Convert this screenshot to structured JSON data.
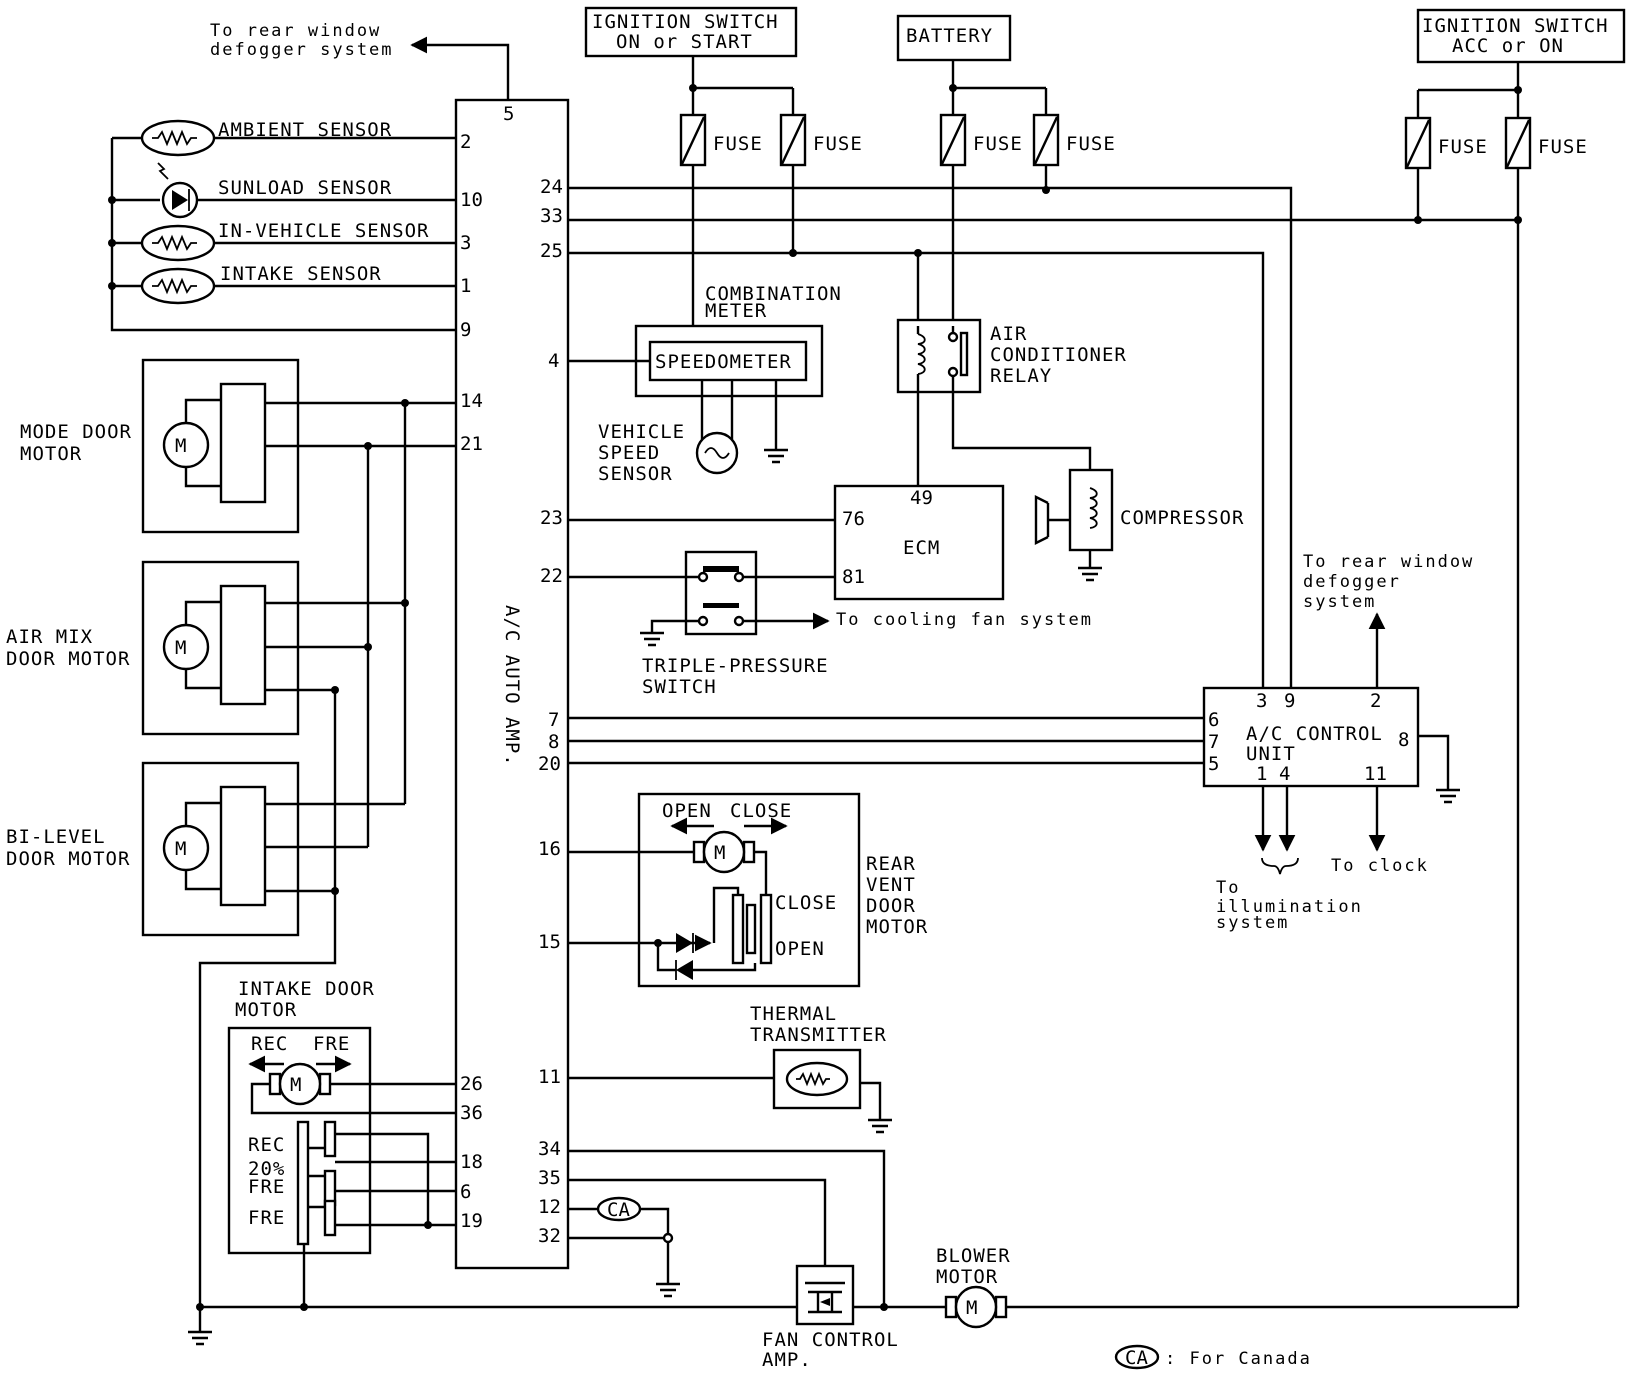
{
  "top": {
    "rear_defogger_1": "To rear window",
    "rear_defogger_2": "defogger system",
    "ign_on_1": "IGNITION SWITCH",
    "ign_on_2": "ON or START",
    "battery": "BATTERY",
    "ign_acc_1": "IGNITION SWITCH",
    "ign_acc_2": "ACC or ON",
    "fuse": "FUSE"
  },
  "sensors": {
    "ambient": "AMBIENT SENSOR",
    "sunload": "SUNLOAD SENSOR",
    "in_vehicle": "IN-VEHICLE SENSOR",
    "intake": "INTAKE SENSOR"
  },
  "motors": {
    "mode_1": "MODE DOOR",
    "mode_2": "MOTOR",
    "airmix_1": "AIR MIX",
    "airmix_2": "DOOR MOTOR",
    "bilevel_1": "BI-LEVEL",
    "bilevel_2": "DOOR MOTOR",
    "motor_symbol": "M"
  },
  "intake_door": {
    "title_1": "INTAKE DOOR",
    "title_2": "MOTOR",
    "rec": "REC",
    "fre": "FRE",
    "rec_pos": "REC",
    "pct20": "20%",
    "fre_mid": "FRE",
    "fre_pos": "FRE"
  },
  "amp": {
    "name": "A/C AUTO AMP.",
    "pins": {
      "p5": "5",
      "p2": "2",
      "p10": "10",
      "p3": "3",
      "p1": "1",
      "p9": "9",
      "p14": "14",
      "p21": "21",
      "p26": "26",
      "p36": "36",
      "p18": "18",
      "p6": "6",
      "p19": "19",
      "p24": "24",
      "p33": "33",
      "p25": "25",
      "p4": "4",
      "p23": "23",
      "p22": "22",
      "p7": "7",
      "p8": "8",
      "p20": "20",
      "p16": "16",
      "p15": "15",
      "p11": "11",
      "p34": "34",
      "p35": "35",
      "p12": "12",
      "p32": "32"
    }
  },
  "meter": {
    "combo_1": "COMBINATION",
    "combo_2": "METER",
    "speedometer": "SPEEDOMETER",
    "vss_1": "VEHICLE",
    "vss_2": "SPEED",
    "vss_3": "SENSOR"
  },
  "relay": {
    "l1": "AIR",
    "l2": "CONDITIONER",
    "l3": "RELAY"
  },
  "ecm": {
    "name": "ECM",
    "p49": "49",
    "p76": "76",
    "p81": "81"
  },
  "compressor": "COMPRESSOR",
  "triple": {
    "l1": "TRIPLE-PRESSURE",
    "l2": "SWITCH",
    "to_fan": "To cooling fan system"
  },
  "control_unit": {
    "name_1": "A/C CONTROL",
    "name_2": "UNIT",
    "p3": "3",
    "p9": "9",
    "p2": "2",
    "p6": "6",
    "p7": "7",
    "p5": "5",
    "p8": "8",
    "p1": "1",
    "p4": "4",
    "p11": "11",
    "rear_1": "To rear window",
    "rear_2": "defogger",
    "rear_3": "system",
    "illum_1": "To",
    "illum_2": "illumination",
    "illum_3": "system",
    "clock": "To clock"
  },
  "rear_vent": {
    "open": "OPEN",
    "close": "CLOSE",
    "close_pos": "CLOSE",
    "open_pos": "OPEN",
    "l1": "REAR",
    "l2": "VENT",
    "l3": "DOOR",
    "l4": "MOTOR"
  },
  "thermal": {
    "l1": "THERMAL",
    "l2": "TRANSMITTER"
  },
  "canada": {
    "tag": "CA",
    "legend": ": For Canada"
  },
  "blower": {
    "l1": "BLOWER",
    "l2": "MOTOR"
  },
  "fan_amp": {
    "l1": "FAN CONTROL",
    "l2": "AMP."
  }
}
